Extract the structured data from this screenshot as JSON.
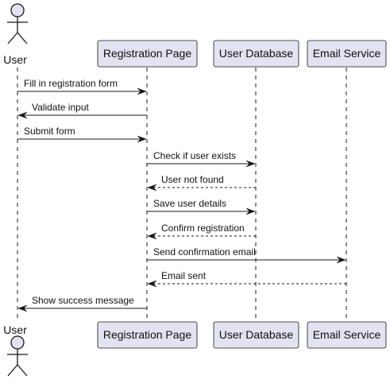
{
  "participants": [
    {
      "id": "user",
      "label": "User",
      "kind": "actor"
    },
    {
      "id": "reg",
      "label": "Registration Page",
      "kind": "box"
    },
    {
      "id": "db",
      "label": "User Database",
      "kind": "box"
    },
    {
      "id": "email",
      "label": "Email Service",
      "kind": "box"
    }
  ],
  "messages": [
    {
      "from": "user",
      "to": "reg",
      "label": "Fill in registration form",
      "style": "solid"
    },
    {
      "from": "reg",
      "to": "user",
      "label": "Validate input",
      "style": "solid"
    },
    {
      "from": "user",
      "to": "reg",
      "label": "Submit form",
      "style": "solid"
    },
    {
      "from": "reg",
      "to": "db",
      "label": "Check if user exists",
      "style": "solid"
    },
    {
      "from": "db",
      "to": "reg",
      "label": "User not found",
      "style": "dashed"
    },
    {
      "from": "reg",
      "to": "db",
      "label": "Save user details",
      "style": "solid"
    },
    {
      "from": "db",
      "to": "reg",
      "label": "Confirm registration",
      "style": "dashed"
    },
    {
      "from": "reg",
      "to": "email",
      "label": "Send confirmation email",
      "style": "solid"
    },
    {
      "from": "email",
      "to": "reg",
      "label": "Email sent",
      "style": "dashed"
    },
    {
      "from": "reg",
      "to": "user",
      "label": "Show success message",
      "style": "solid"
    }
  ],
  "colors": {
    "box_fill": "#E2E2F0",
    "box_stroke": "#181818",
    "lifeline": "#181818",
    "arrow": "#181818",
    "actor_fill": "#E2E2F0"
  }
}
